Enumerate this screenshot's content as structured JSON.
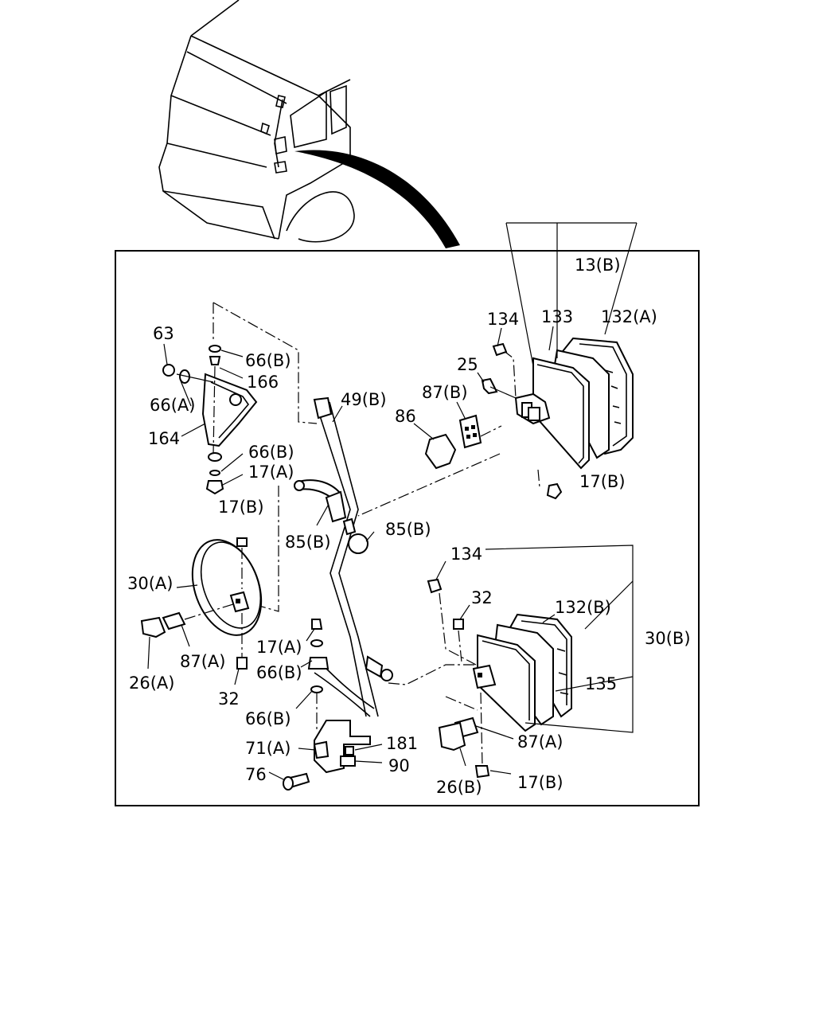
{
  "labels": {
    "l13b": "13(B)",
    "l134a": "134",
    "l133": "133",
    "l132a": "132(A)",
    "l25": "25",
    "l87b": "87(B)",
    "l86": "86",
    "l17b_top": "17(B)",
    "l63": "63",
    "l66b_1": "66(B)",
    "l166": "166",
    "l66a": "66(A)",
    "l164": "164",
    "l66b_2": "66(B)",
    "l17a_1": "17(A)",
    "l49b": "49(B)",
    "l85b_1": "85(B)",
    "l85b_2": "85(B)",
    "l17b_left": "17(B)",
    "l30a": "30(A)",
    "l87a_1": "87(A)",
    "l26a": "26(A)",
    "l32_1": "32",
    "l17a_2": "17(A)",
    "l66b_3": "66(B)",
    "l66b_4": "66(B)",
    "l71a": "71(A)",
    "l181": "181",
    "l90": "90",
    "l76": "76",
    "l134b": "134",
    "l32_2": "32",
    "l132b": "132(B)",
    "l30b": "30(B)",
    "l135": "135",
    "l87a_2": "87(A)",
    "l26b": "26(B)",
    "l17b_bottom": "17(B)"
  }
}
